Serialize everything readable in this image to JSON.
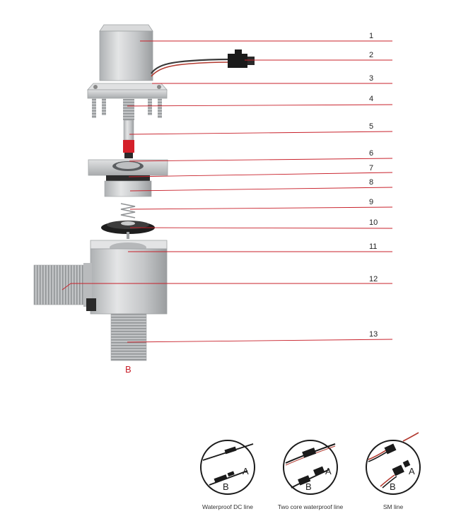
{
  "callouts": [
    "1",
    "2",
    "3",
    "4",
    "5",
    "6",
    "7",
    "8",
    "9",
    "10",
    "11",
    "12",
    "13"
  ],
  "outlet_label": "B",
  "wire_options": [
    {
      "caption": "Waterproof DC line",
      "label_a": "A",
      "label_b": "B"
    },
    {
      "caption": "Two core waterproof line",
      "label_a": "A",
      "label_b": "B"
    },
    {
      "caption": "SM line",
      "label_a": "A",
      "label_b": "B"
    }
  ],
  "colors": {
    "accent": "#c8202a",
    "metal": "#c9cbcc",
    "dark": "#1a1a1a"
  }
}
